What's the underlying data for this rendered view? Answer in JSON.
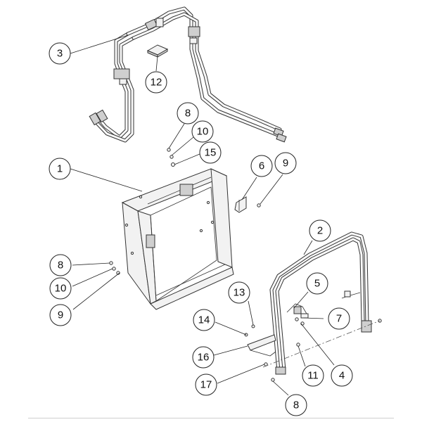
{
  "callouts": [
    {
      "id": "c3",
      "label": "3"
    },
    {
      "id": "c12",
      "label": "12"
    },
    {
      "id": "c8a",
      "label": "8"
    },
    {
      "id": "c10a",
      "label": "10"
    },
    {
      "id": "c15",
      "label": "15"
    },
    {
      "id": "c1",
      "label": "1"
    },
    {
      "id": "c6",
      "label": "6"
    },
    {
      "id": "c9a",
      "label": "9"
    },
    {
      "id": "c2",
      "label": "2"
    },
    {
      "id": "c8b",
      "label": "8"
    },
    {
      "id": "c10b",
      "label": "10"
    },
    {
      "id": "c9b",
      "label": "9"
    },
    {
      "id": "c5",
      "label": "5"
    },
    {
      "id": "c13",
      "label": "13"
    },
    {
      "id": "c14",
      "label": "14"
    },
    {
      "id": "c7",
      "label": "7"
    },
    {
      "id": "c16",
      "label": "16"
    },
    {
      "id": "c11",
      "label": "11"
    },
    {
      "id": "c4",
      "label": "4"
    },
    {
      "id": "c17",
      "label": "17"
    },
    {
      "id": "c8c",
      "label": "8"
    }
  ],
  "colors": {
    "line": "#333333",
    "fill": "#f2f2f2",
    "background": "#ffffff"
  }
}
